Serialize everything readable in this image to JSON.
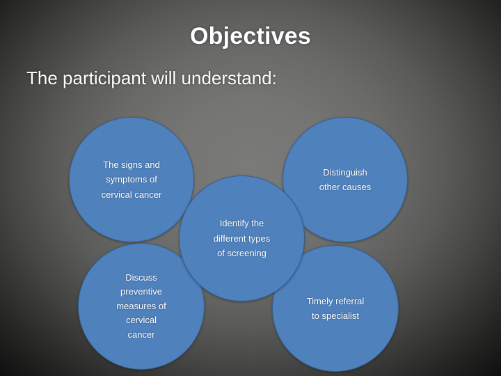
{
  "slide": {
    "title": "Objectives",
    "subtitle": "The participant will understand:",
    "colors": {
      "bubble_fill": "#4F81BD",
      "bubble_border": "#38618F",
      "text": "#FFFFFF",
      "background_center": "#757573",
      "background_edge": "#000000"
    },
    "bubbles": [
      {
        "id": "signs",
        "text": "The signs and\nsymptoms of\ncervical cancer"
      },
      {
        "id": "distinguish",
        "text": "Distinguish\nother causes"
      },
      {
        "id": "identify",
        "text": "Identify the\ndifferent types\nof screening"
      },
      {
        "id": "discuss",
        "text": "Discuss\npreventive\nmeasures of\ncervical\ncancer"
      },
      {
        "id": "referral",
        "text": "Timely referral\nto specialist"
      }
    ]
  }
}
